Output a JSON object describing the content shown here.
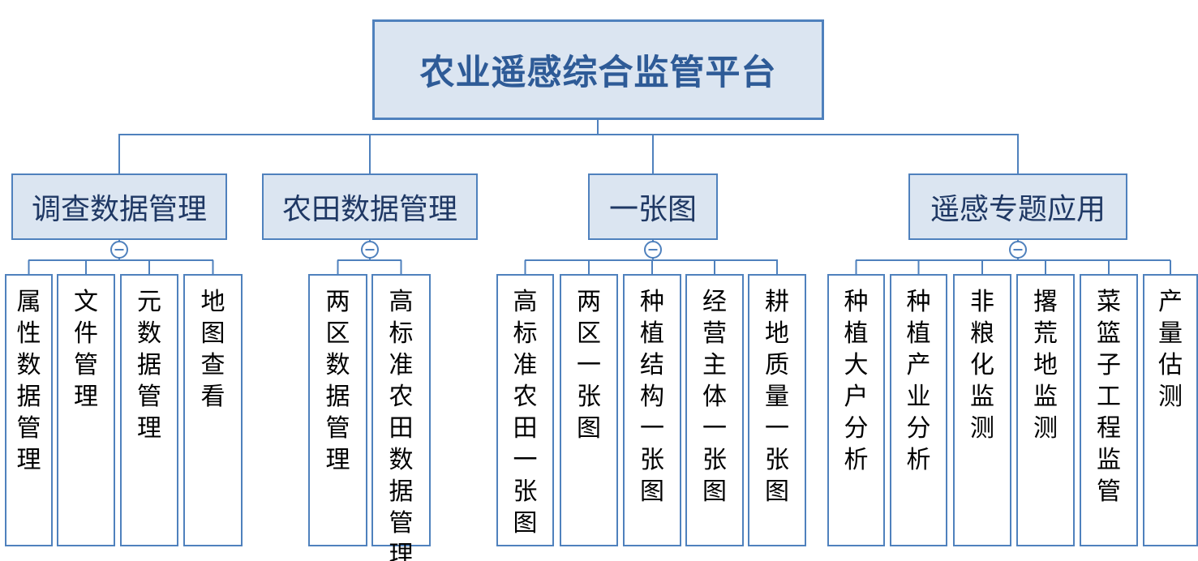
{
  "diagram": {
    "title": "农业遥感综合监管平台",
    "colors": {
      "line_and_border": "#4f81bd",
      "box_fill": "#dbe5f1",
      "title_text": "#2e5b97",
      "group_text": "#1f3864",
      "leaf_text": "#000000"
    },
    "collapse_icon_symbol": "minus",
    "root": {
      "label": "农业遥感综合监管平台"
    },
    "groups": [
      {
        "label": "调查数据管理",
        "children": [
          "属性数据管理",
          "文件管理",
          "元数据管理",
          "地图查看"
        ]
      },
      {
        "label": "农田数据管理",
        "children": [
          "两区数据管理",
          "高标准农田数据管理"
        ]
      },
      {
        "label": "一张图",
        "children": [
          "高标准农田一张图",
          "两区一张图",
          "种植结构一张图",
          "经营主体一张图",
          "耕地质量一张图"
        ]
      },
      {
        "label": "遥感专题应用",
        "children": [
          "种植大户分析",
          "种植产业分析",
          "非粮化监测",
          "撂荒地监测",
          "菜篮子工程监管",
          "产量估测"
        ]
      }
    ]
  }
}
